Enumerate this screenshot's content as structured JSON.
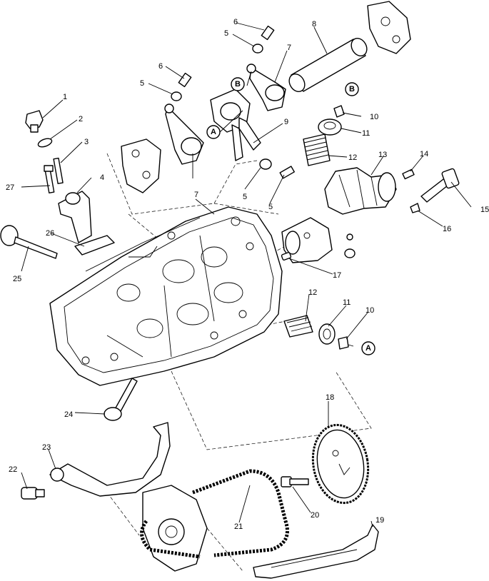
{
  "diagram": {
    "part_numbers": [
      "1",
      "2",
      "3",
      "4",
      "5",
      "5",
      "5",
      "5",
      "6",
      "6",
      "7",
      "7",
      "8",
      "9",
      "10",
      "10",
      "11",
      "11",
      "12",
      "12",
      "13",
      "14",
      "15",
      "16",
      "17",
      "18",
      "19",
      "20",
      "21",
      "22",
      "23",
      "24",
      "25",
      "26",
      "27"
    ],
    "reference_letters": [
      "A",
      "A",
      "B",
      "B"
    ]
  }
}
